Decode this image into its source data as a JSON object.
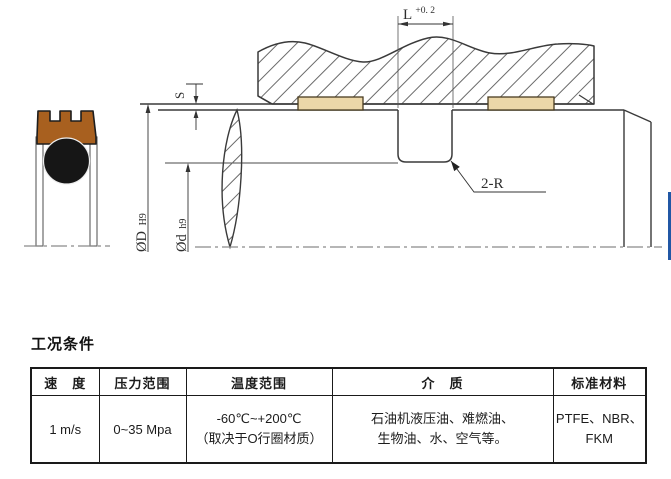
{
  "drawing": {
    "dim_L_letter": "L",
    "dim_L_tol": "+0. 2",
    "dim_S": "S",
    "dim_D_symbol": "ØD",
    "dim_D_fit": "H9",
    "dim_d_symbol": "Ød",
    "dim_d_fit": "h9",
    "radius_label": "2-R"
  },
  "section_title": "工况条件",
  "table": {
    "headers": [
      "速　度",
      "压力范围",
      "温度范围",
      "介　质",
      "标准材料"
    ],
    "row": {
      "speed": "1  m/s",
      "pressure": "0~35 Mpa",
      "temperature_line1": "-60℃~+200℃",
      "temperature_line2": "（取决于O行圈材质）",
      "medium_line1": "石油机液压油、难燃油、",
      "medium_line2": "生物油、水、空气等。",
      "material_line1": "PTFE、NBR、",
      "material_line2": "FKM"
    }
  },
  "colors": {
    "seal_brown": "#a8601f",
    "o_ring_black": "#161616",
    "strip_tan": "#ecd7a8",
    "outline": "#3a3a3a",
    "hatch": "#6a6a6a",
    "centerline": "#8a8a8a",
    "edge_blue": "#2157a5"
  }
}
